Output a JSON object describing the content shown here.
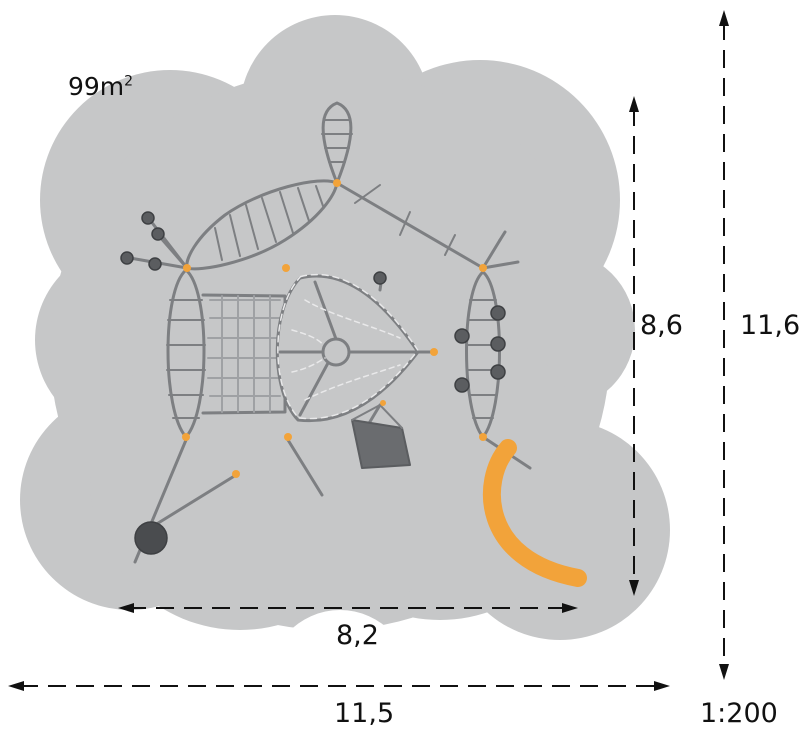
{
  "plan": {
    "area_value": "99m",
    "area_exponent": "2",
    "dimensions": {
      "inner_height": "8,6",
      "outer_height": "11,6",
      "inner_width": "8,2",
      "outer_width": "11,5"
    },
    "scale": "1:200"
  },
  "colors": {
    "safety_zone": "#c6c7c8",
    "structure": "#7d7f82",
    "slide": "#f2a33a",
    "anchor": "#f2a33a",
    "dark_element": "#4a4c4f",
    "dimension_line": "#111111"
  }
}
